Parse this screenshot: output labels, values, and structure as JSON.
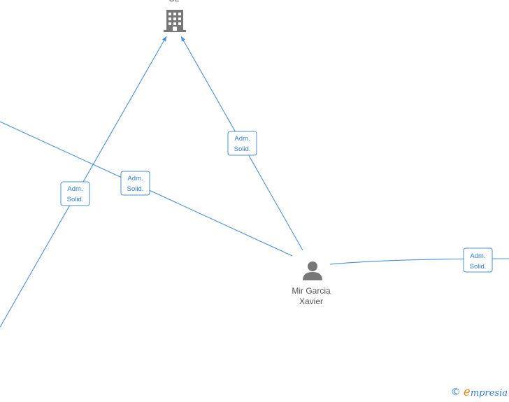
{
  "nodes": {
    "company": {
      "label": "SL",
      "icon": "building-icon"
    },
    "person": {
      "label_line1": "Mir Garcia",
      "label_line2": "Xavier",
      "icon": "person-icon"
    }
  },
  "edges": [
    {
      "line1": "Adm.",
      "line2": "Solid."
    },
    {
      "line1": "Adm.",
      "line2": "Solid."
    },
    {
      "line1": "Adm.",
      "line2": "Solid."
    },
    {
      "line1": "Adm.",
      "line2": "Solid."
    }
  ],
  "footer": {
    "copyright_symbol": "©",
    "brand_initial": "e",
    "brand_rest": "mpresia"
  },
  "colors": {
    "edge": "#4a8fd6",
    "icon": "#777777",
    "brand_orange": "#e88a1a"
  }
}
